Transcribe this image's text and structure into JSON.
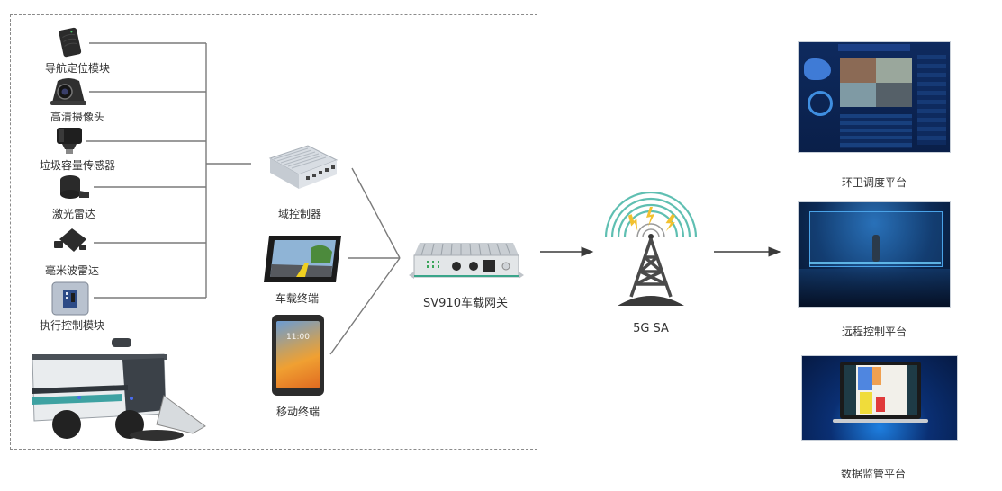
{
  "sensors": [
    {
      "name": "导航定位模块",
      "icon": "gnss-module-icon"
    },
    {
      "name": "高清摄像头",
      "icon": "hd-camera-icon"
    },
    {
      "name": "垃圾容量传感器",
      "icon": "capacity-sensor-icon"
    },
    {
      "name": "激光雷达",
      "icon": "lidar-icon"
    },
    {
      "name": "毫米波雷达",
      "icon": "mmwave-radar-icon"
    },
    {
      "name": "执行控制模块",
      "icon": "actuator-control-module-icon"
    }
  ],
  "vehicle": {
    "icon": "sweeper-vehicle-icon"
  },
  "terminals": [
    {
      "name": "域控制器",
      "icon": "domain-controller-icon"
    },
    {
      "name": "车载终端",
      "icon": "vehicle-terminal-icon"
    },
    {
      "name": "移动终端",
      "icon": "mobile-terminal-icon",
      "screen_time": "11:00"
    }
  ],
  "gateway": {
    "name": "SV910车载网关",
    "icon": "gateway-icon"
  },
  "network": {
    "name": "5G SA",
    "icon": "5g-tower-icon"
  },
  "platforms": [
    {
      "name": "环卫调度平台",
      "icon": "dispatch-platform-screenshot"
    },
    {
      "name": "远程控制平台",
      "icon": "remote-control-platform-screenshot"
    },
    {
      "name": "数据监管平台",
      "icon": "data-supervision-platform-screenshot"
    }
  ],
  "colors": {
    "line": "#6b6b6b",
    "signal": "#5fbfb2",
    "bolt": "#f2c12e",
    "tower": "#4a4a4a",
    "dash": "#8a8a8a"
  }
}
